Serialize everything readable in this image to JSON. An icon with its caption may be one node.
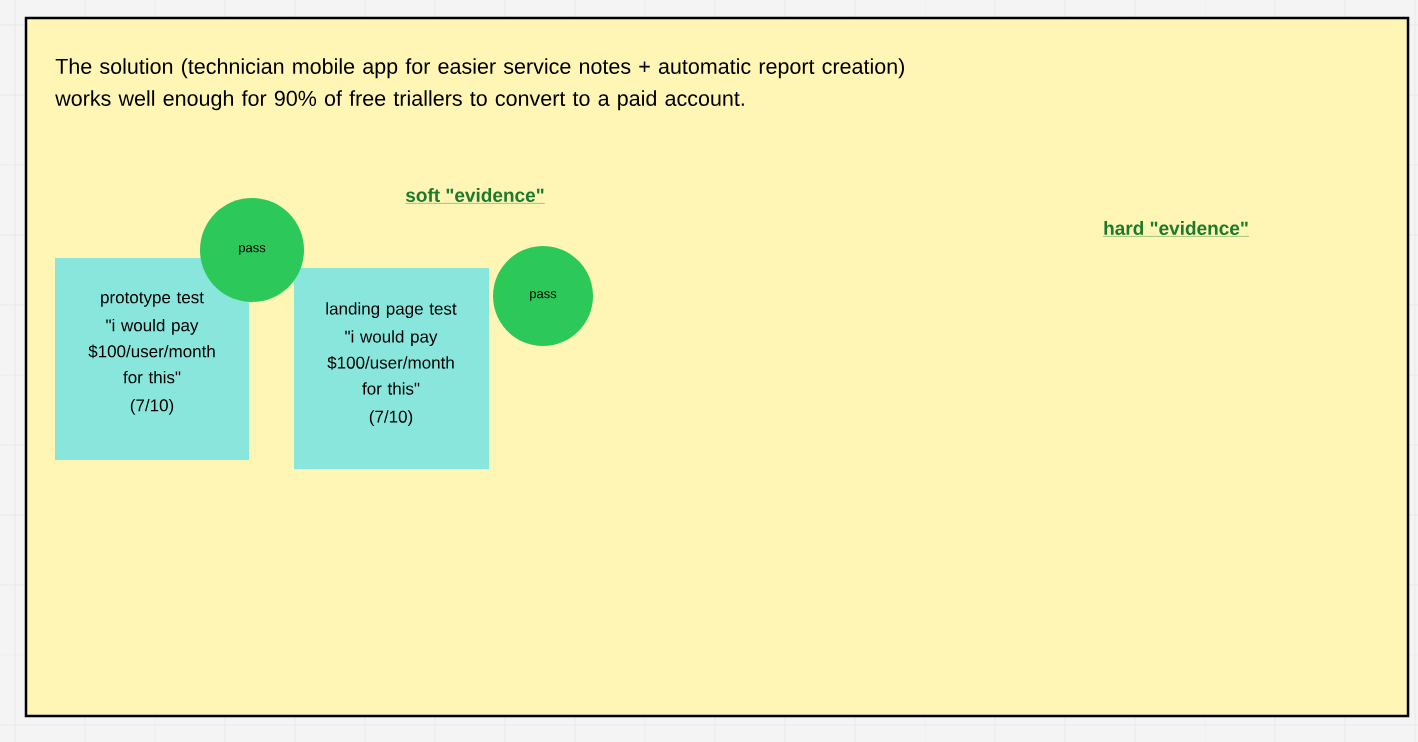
{
  "diagram": {
    "nodes": [
      {
        "text": [
          "The solution (technician mobile app for easier service notes + automatic report creation) works well enough for 90% of free triallers to convert to a paid account."
        ]
      },
      {
        "text": [
          "prototype test",
          "\"i would pay $100/user/month for this\"",
          "(7/10)"
        ],
        "in": 0
      },
      {
        "text": [
          "landing page test",
          "\"i would pay $100/user/month for this\"",
          "(7/10)"
        ],
        "in": 0
      },
      {
        "text": [
          "pass"
        ],
        "in": 0
      },
      {
        "text": [
          "pass"
        ],
        "in": 0
      }
    ],
    "labels": [
      "soft \"evidence\"",
      "hard \"evidence\""
    ]
  }
}
